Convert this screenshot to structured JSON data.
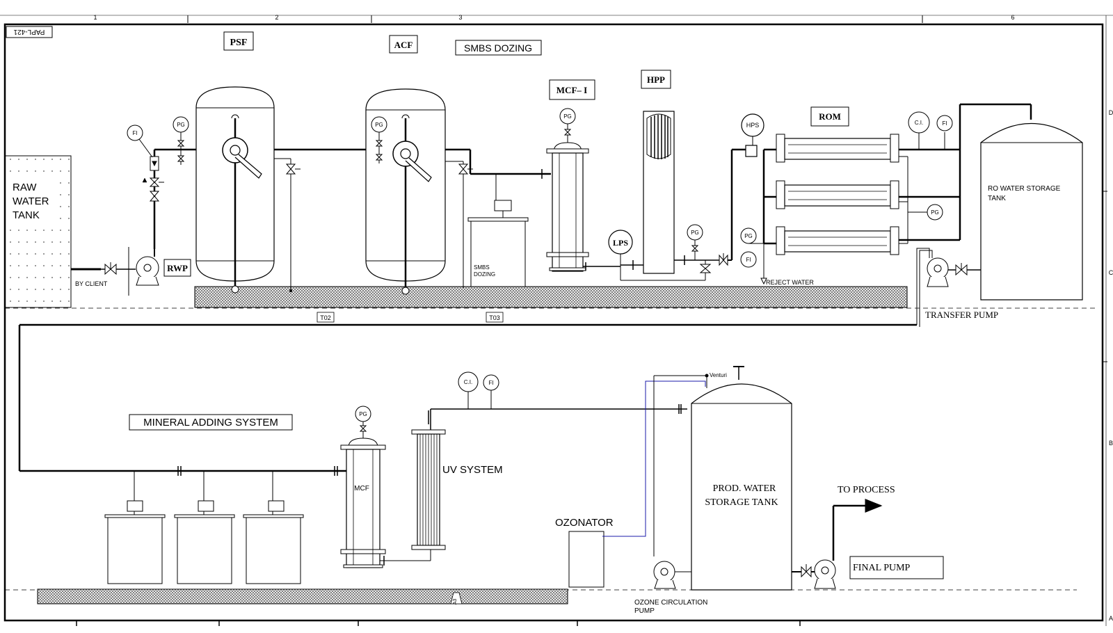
{
  "sheet": {
    "drawing_no": "PAPL-421",
    "column_marks": [
      "1",
      "2",
      "3",
      "6"
    ],
    "row_marks": [
      "D",
      "C",
      "B",
      "A"
    ]
  },
  "titles": {
    "psf": "PSF",
    "acf": "ACF",
    "smbs_dozing": "SMBS DOZING",
    "mcf1": "MCF– I",
    "hpp": "HPP",
    "rom": "ROM",
    "mineral": "MINERAL ADDING SYSTEM"
  },
  "labels": {
    "raw_water_tank": [
      "RAW",
      "WATER",
      "TANK"
    ],
    "by_client": "BY CLIENT",
    "rwp": "RWP",
    "smbs_tank": [
      "SMBS",
      "DOZING"
    ],
    "lps": "LPS",
    "hps": "HPS",
    "reject_water": "REJECT WATER",
    "ro_storage": [
      "RO WATER STORAGE",
      "TANK"
    ],
    "transfer_pump": "TRANSFER PUMP",
    "t02": "T02",
    "t03": "T03",
    "mcf": "MCF",
    "uv_system": "UV SYSTEM",
    "venturi": "Venturi",
    "prod_tank": [
      "PROD. WATER",
      "STORAGE TANK"
    ],
    "to_process": "TO PROCESS",
    "final_pump": "FINAL PUMP",
    "ozonator": "OZONATOR",
    "ozone_pump": [
      "OZONE CIRCULATION",
      "PUMP"
    ],
    "drain": "A3"
  },
  "instruments": {
    "fi": "FI",
    "pg": "PG",
    "ci": "C.I."
  },
  "colors": {
    "line": "#000000",
    "ozone_line": "#1a1aa8",
    "hatch": "#555555"
  }
}
